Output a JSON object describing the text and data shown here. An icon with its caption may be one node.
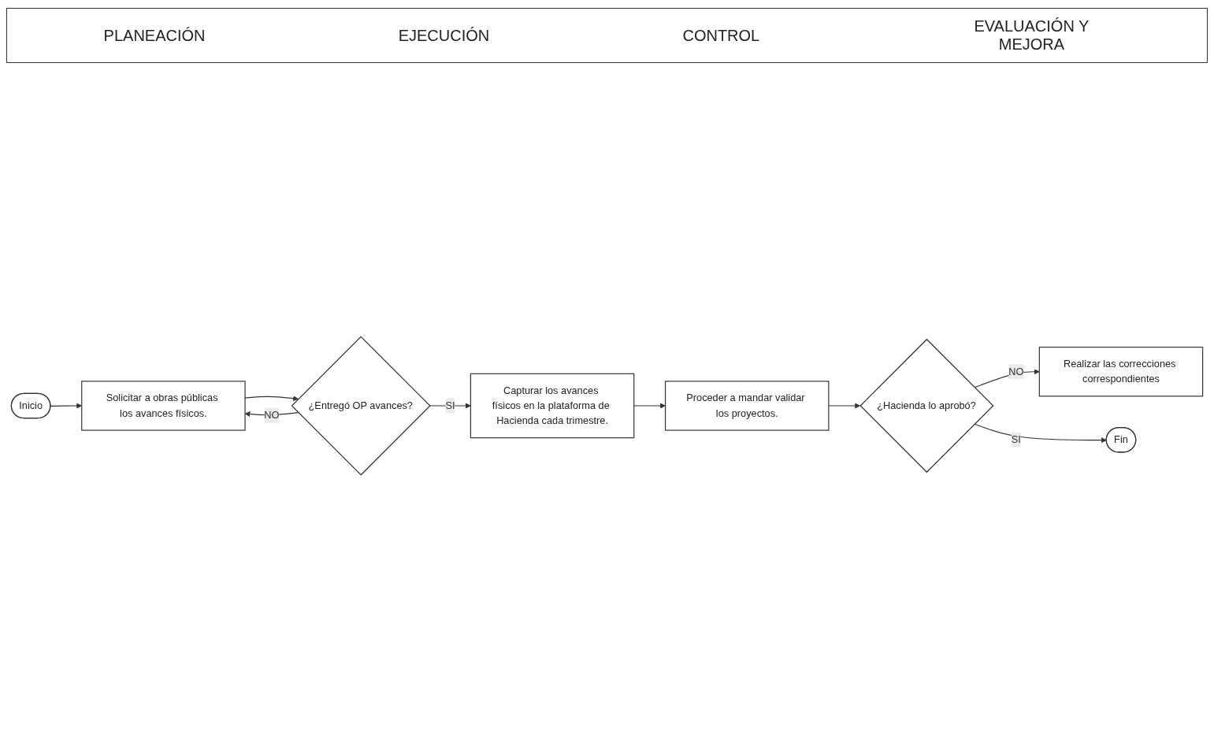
{
  "diagram": {
    "nodes": [
      {
        "text": [
          "Inicio"
        ]
      },
      {
        "text": [
          "Solicitar a obras públicas los avances físicos."
        ]
      },
      {
        "text": [
          "¿Entregó OP avances?"
        ]
      },
      {
        "text": [
          "Capturar los avances físicos en la plataforma de Hacienda cada trimestre."
        ]
      },
      {
        "text": [
          "Proceder a mandar validar los proyectos."
        ]
      },
      {
        "text": [
          "Realizar las correcciones correspondientes"
        ]
      },
      {
        "text": [
          "¿Hacienda lo aprobó?"
        ]
      },
      {
        "text": [
          "Fin"
        ]
      }
    ],
    "edges": [
      {
        "from": 0,
        "to": 1,
        "arrow": "to"
      },
      {
        "from": 1,
        "to": 2,
        "arrow": "to"
      },
      {
        "from": 2,
        "to": 1,
        "arrow": "to",
        "label": "NO"
      },
      {
        "from": 2,
        "to": 3,
        "arrow": "to",
        "label": "SI"
      },
      {
        "from": 3,
        "to": 4,
        "arrow": "to"
      },
      {
        "from": 4,
        "to": 6,
        "arrow": "to"
      },
      {
        "from": 6,
        "to": 5,
        "arrow": "to",
        "label": "NO"
      },
      {
        "from": 6,
        "to": 7,
        "arrow": "to",
        "label": "SI"
      }
    ],
    "labels": [
      "PLANEACIÓN",
      "EJECUCIÓN",
      "CONTROL",
      "EVALUACIÓN Y MEJORA"
    ]
  }
}
